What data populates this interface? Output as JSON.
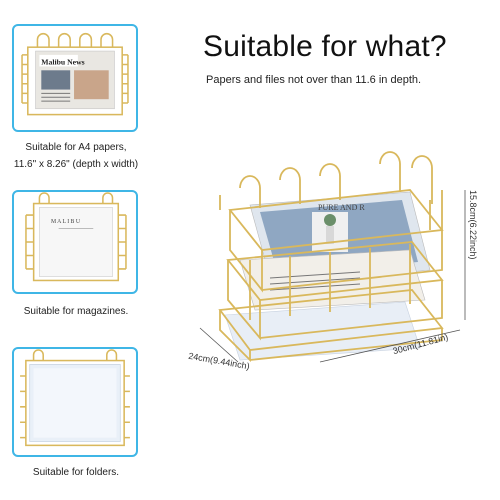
{
  "headline": "Suitable for what?",
  "subline": "Papers and files not over than 11.6 in depth.",
  "cards": [
    {
      "caption_line1": "Suitable for A4 papers,",
      "caption_line2": "11.6\" x 8.26\" (depth x width)"
    },
    {
      "caption_line1": "Suitable for magazines.",
      "caption_line2": ""
    },
    {
      "caption_line1": "Suitable for folders.",
      "caption_line2": ""
    }
  ],
  "magazine_label": "M A L I B U",
  "newspaper_label": "Malibu News",
  "magazine_cover_label": "PURE AND R",
  "dimensions": {
    "height": "15.8cm(6.22inch)",
    "width": "24cm(9.44inch)",
    "depth": "30cm(11.81in)"
  },
  "colors": {
    "gold": "#d9b85c",
    "gold_dark": "#b8963f",
    "card_border": "#3fb6e6"
  }
}
